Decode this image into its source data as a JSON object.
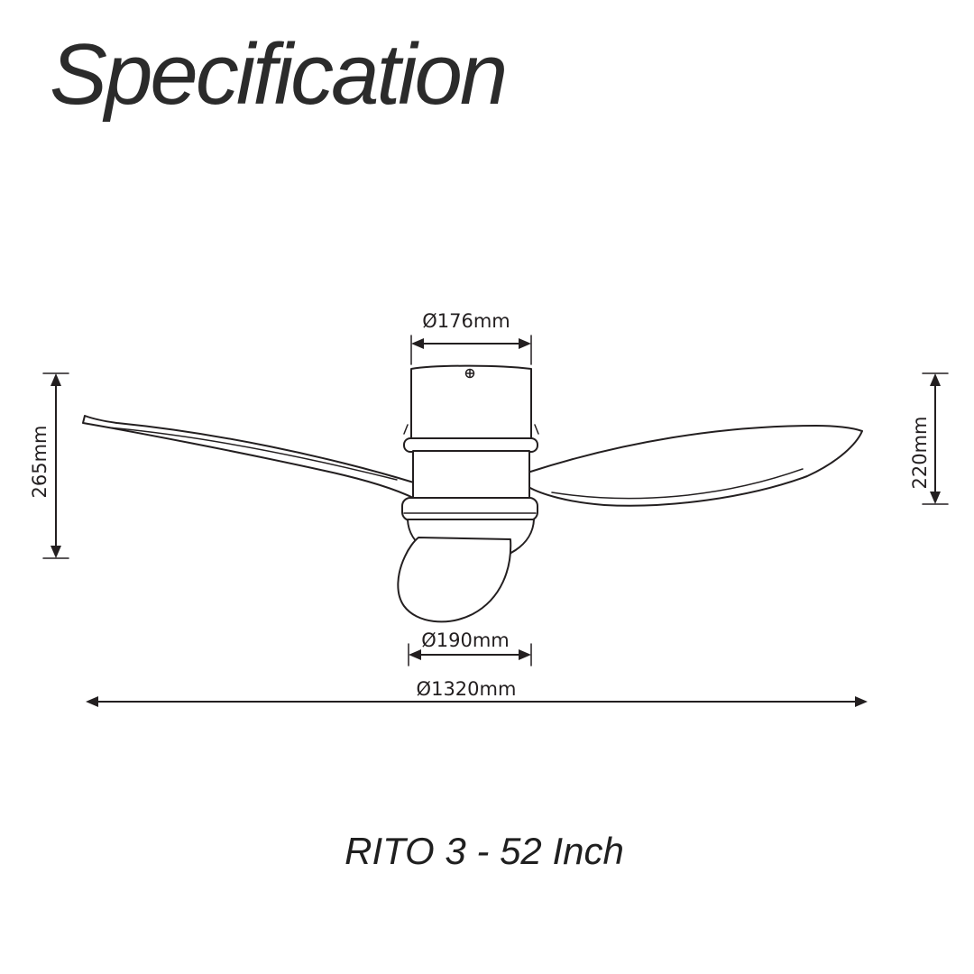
{
  "page": {
    "title": "Specification",
    "product_caption": "RITO 3 - 52 Inch"
  },
  "diagram": {
    "labels": {
      "canopy_diameter": "Ø176mm",
      "overall_height": "265mm",
      "body_height": "220mm",
      "motor_diameter": "Ø190mm",
      "sweep_diameter": "Ø1320mm"
    }
  },
  "colors": {
    "ink": "#231f20",
    "title": "#2b2b2b",
    "background": "#ffffff"
  }
}
